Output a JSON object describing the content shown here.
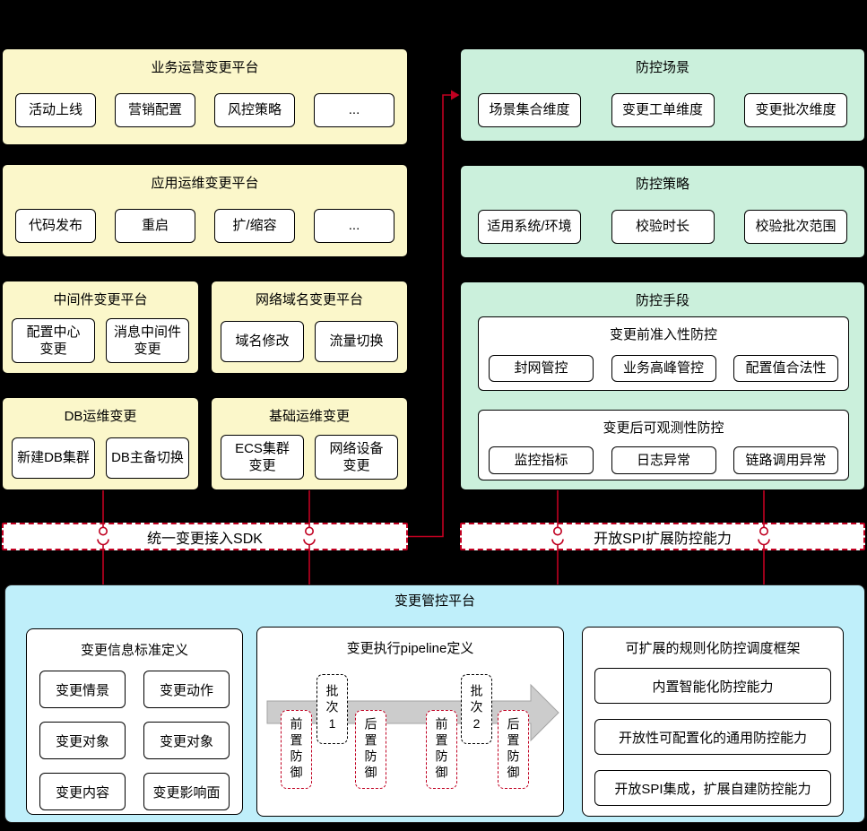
{
  "colors": {
    "background": "#000000",
    "panel_yellow": "#FBF7CA",
    "panel_green": "#CBF0DC",
    "panel_blue": "#BFEFFA",
    "accent_red": "#C00021",
    "arrow_gray": "#CCCCCC"
  },
  "left_column": {
    "business": {
      "title": "业务运营变更平台",
      "items": [
        "活动上线",
        "营销配置",
        "风控策略",
        "..."
      ]
    },
    "app_ops": {
      "title": "应用运维变更平台",
      "items": [
        "代码发布",
        "重启",
        "扩/缩容",
        "..."
      ]
    },
    "middleware": {
      "title": "中间件变更平台",
      "items": [
        "配置中心\n变更",
        "消息中间件\n变更"
      ]
    },
    "net_domain": {
      "title": "网络域名变更平台",
      "items": [
        "域名修改",
        "流量切换"
      ]
    },
    "db_ops": {
      "title": "DB运维变更",
      "items": [
        "新建DB集群",
        "DB主备切换"
      ]
    },
    "infra_ops": {
      "title": "基础运维变更",
      "items": [
        "ECS集群\n变更",
        "网络设备\n变更"
      ]
    }
  },
  "right_column": {
    "scenes": {
      "title": "防控场景",
      "items": [
        "场景集合维度",
        "变更工单维度",
        "变更批次维度"
      ]
    },
    "strategies": {
      "title": "防控策略",
      "items": [
        "适用系统/环境",
        "校验时长",
        "校验批次范围"
      ]
    },
    "means": {
      "title": "防控手段",
      "pre_check": {
        "title": "变更前准入性防控",
        "items": [
          "封网管控",
          "业务高峰管控",
          "配置值合法性"
        ]
      },
      "post_check": {
        "title": "变更后可观测性防控",
        "items": [
          "监控指标",
          "日志异常",
          "链路调用异常"
        ]
      }
    }
  },
  "bars": {
    "sdk": "统一变更接入SDK",
    "spi": "开放SPI扩展防控能力"
  },
  "platform": {
    "title": "变更管控平台",
    "info_standard": {
      "title": "变更信息标准定义",
      "items": [
        "变更情景",
        "变更动作",
        "变更对象",
        "变更对象",
        "变更内容",
        "变更影响面"
      ]
    },
    "pipeline": {
      "title": "变更执行pipeline定义",
      "batch1": "批次1",
      "batch2": "批次2",
      "pre_defense": "前置防御",
      "post_defense": "后置防御"
    },
    "framework": {
      "title": "可扩展的规则化防控调度框架",
      "items": [
        "内置智能化防控能力",
        "开放性可配置化的通用防控能力",
        "开放SPI集成，扩展自建防控能力"
      ]
    }
  }
}
